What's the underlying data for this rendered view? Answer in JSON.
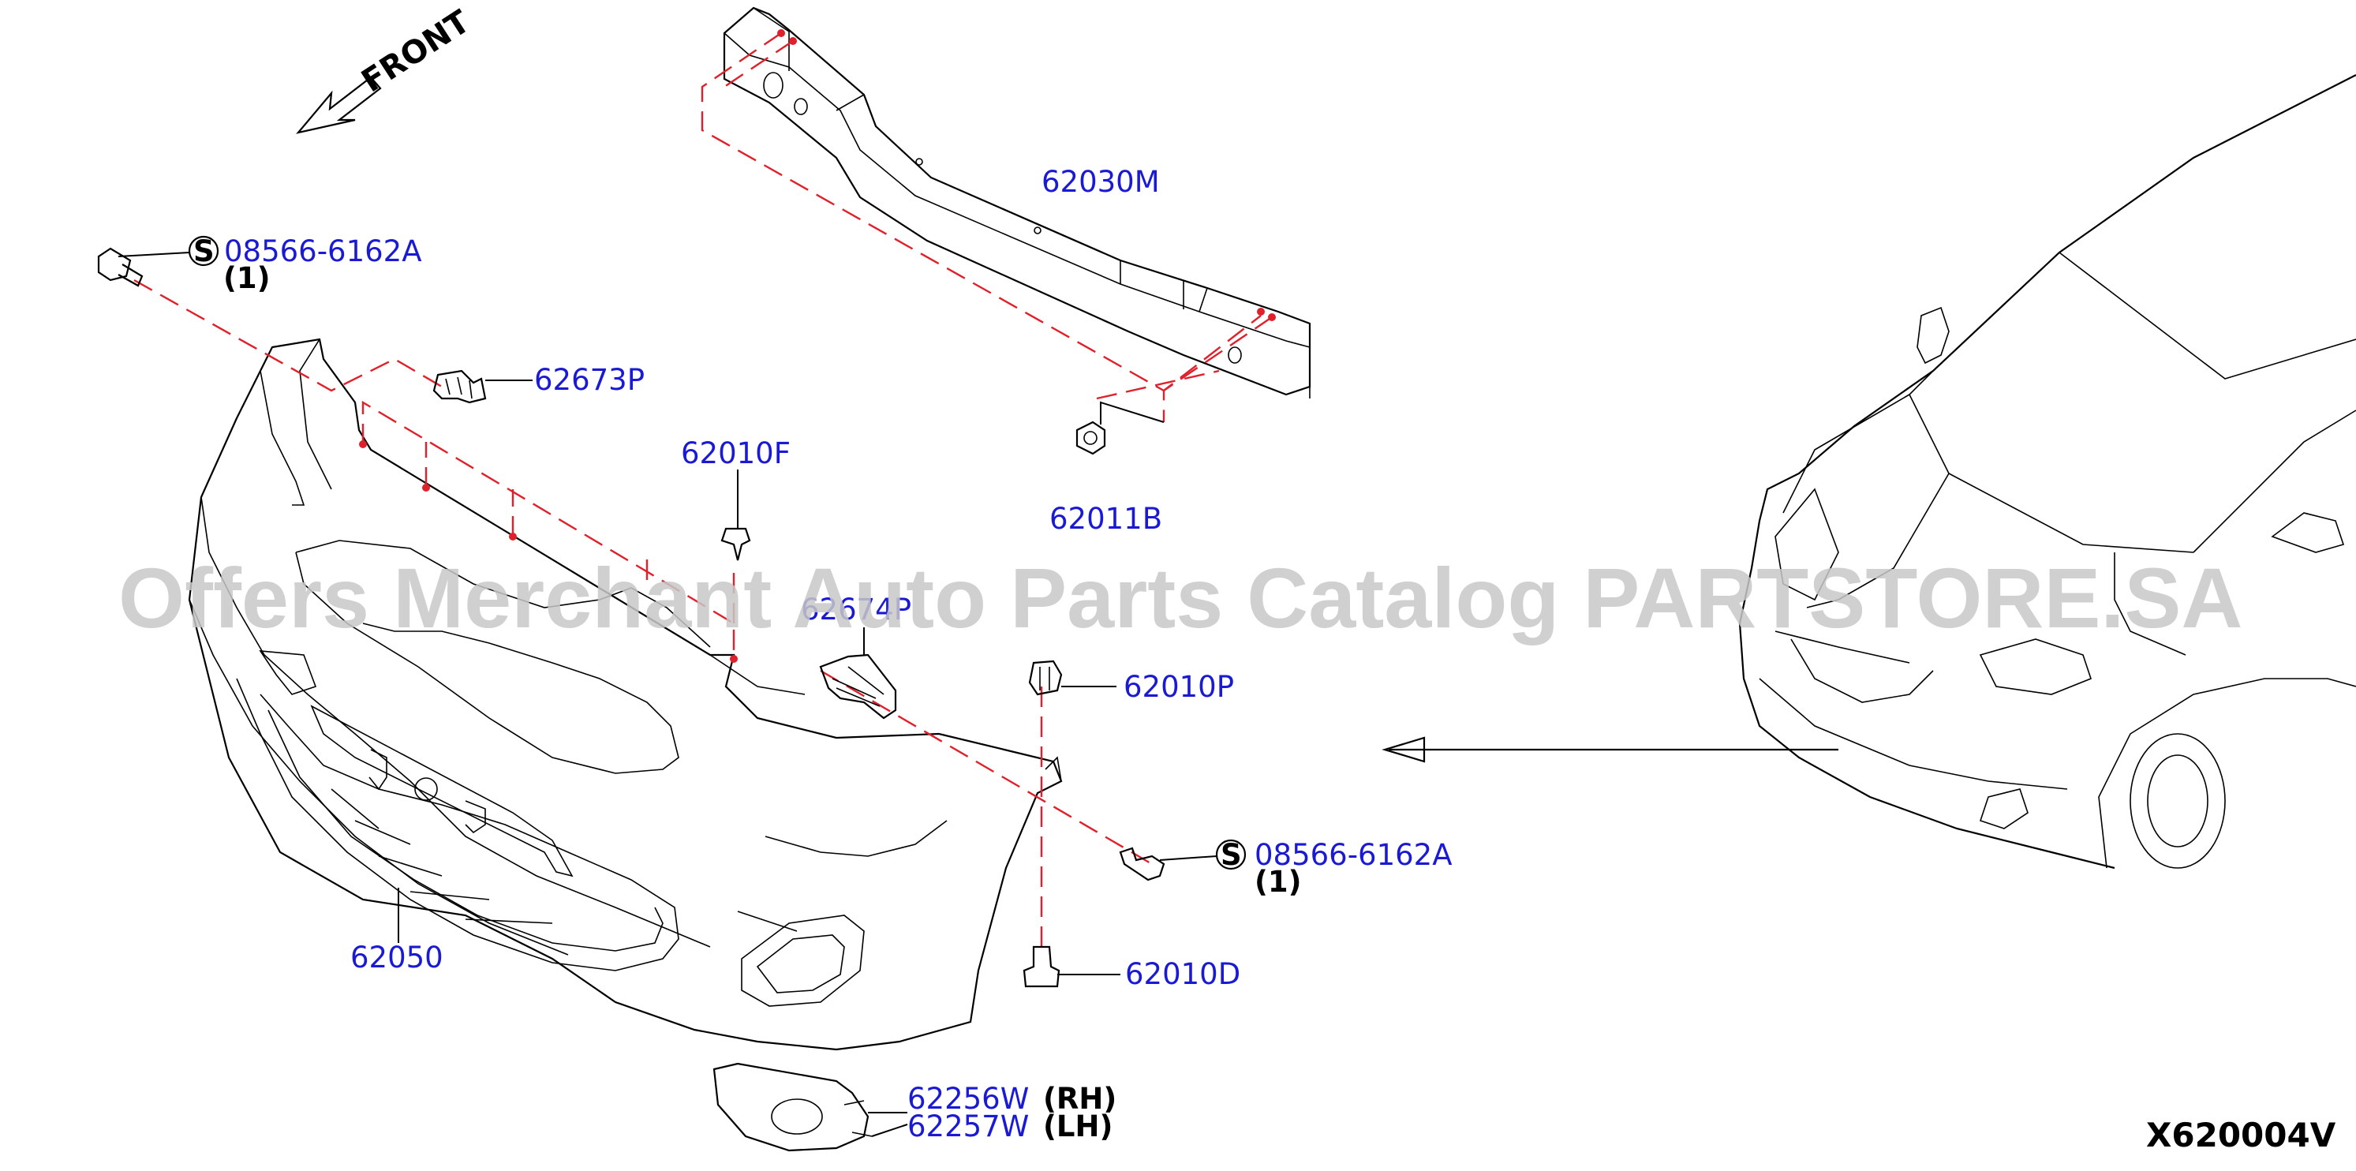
{
  "diagram": {
    "front_label": "FRONT",
    "diagram_code": "X620004V",
    "watermark": "Offers Merchant Auto Parts Catalog PARTSTORE.SA",
    "bolt_symbol": "S"
  },
  "parts": [
    {
      "id": "08566-6162A",
      "qty": "(1)",
      "where": "upper-left bolt"
    },
    {
      "id": "62030M"
    },
    {
      "id": "62673P"
    },
    {
      "id": "62010F"
    },
    {
      "id": "62011B"
    },
    {
      "id": "62674P"
    },
    {
      "id": "62010P"
    },
    {
      "id": "08566-6162A",
      "qty": "(1)",
      "where": "right bolt"
    },
    {
      "id": "62050"
    },
    {
      "id": "62010D"
    },
    {
      "id": "62256W",
      "side": "(RH)"
    },
    {
      "id": "62257W",
      "side": "(LH)"
    }
  ]
}
